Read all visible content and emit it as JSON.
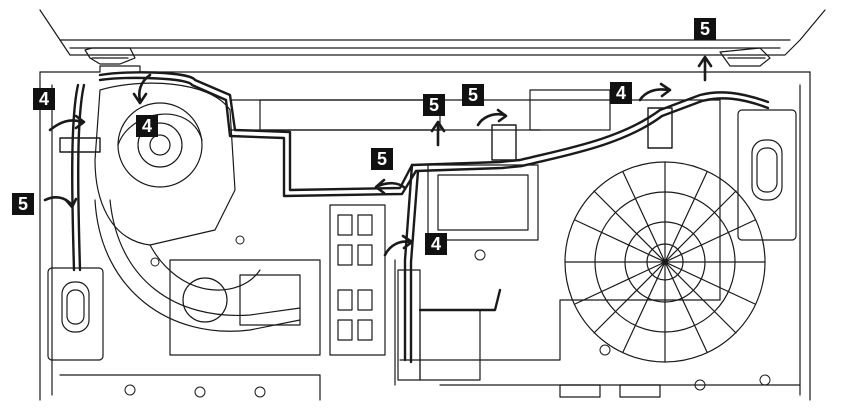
{
  "callouts": [
    {
      "id": "c1",
      "label": "5"
    },
    {
      "id": "c2",
      "label": "4"
    },
    {
      "id": "c3",
      "label": "5"
    },
    {
      "id": "c4",
      "label": "5"
    },
    {
      "id": "c5",
      "label": "4"
    },
    {
      "id": "c6",
      "label": "4"
    },
    {
      "id": "c7",
      "label": "5"
    },
    {
      "id": "c8",
      "label": "5"
    },
    {
      "id": "c9",
      "label": "4"
    }
  ],
  "colors": {
    "line": "#1a1a1a",
    "callout_bg": "#111111",
    "callout_text": "#ffffff",
    "background": "#ffffff"
  }
}
